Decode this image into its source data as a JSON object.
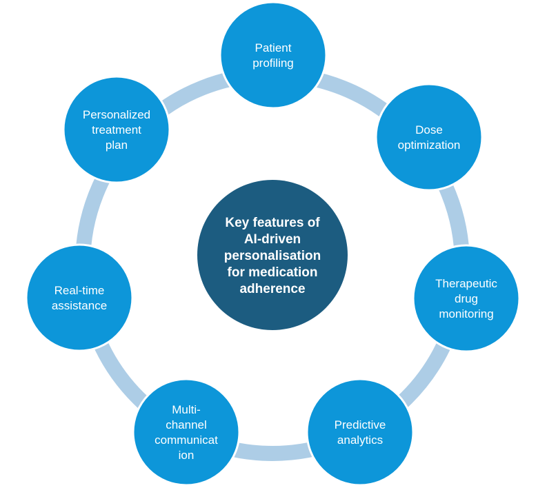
{
  "center": {
    "lines": [
      "Key features of",
      "AI-driven",
      "personalisation",
      "for medication",
      "adherence"
    ]
  },
  "nodes": [
    {
      "id": "patient-profiling",
      "lines": [
        "Patient",
        "profiling"
      ]
    },
    {
      "id": "dose-optimization",
      "lines": [
        "Dose",
        "optimization"
      ]
    },
    {
      "id": "therapeutic-drug-monitoring",
      "lines": [
        "Therapeutic",
        "drug",
        "monitoring"
      ]
    },
    {
      "id": "predictive-analytics",
      "lines": [
        "Predictive",
        "analytics"
      ]
    },
    {
      "id": "multi-channel-communication",
      "lines": [
        "Multi-",
        "channel",
        "communicat",
        "ion"
      ]
    },
    {
      "id": "real-time-assistance",
      "lines": [
        "Real-time",
        "assistance"
      ]
    },
    {
      "id": "personalized-treatment-plan",
      "lines": [
        "Personalized",
        "treatment",
        "plan"
      ]
    }
  ],
  "colors": {
    "node_fill": "#0D96D9",
    "center_fill": "#1C5C80",
    "ring": "#ADCDE6",
    "text": "#FFFFFF"
  }
}
